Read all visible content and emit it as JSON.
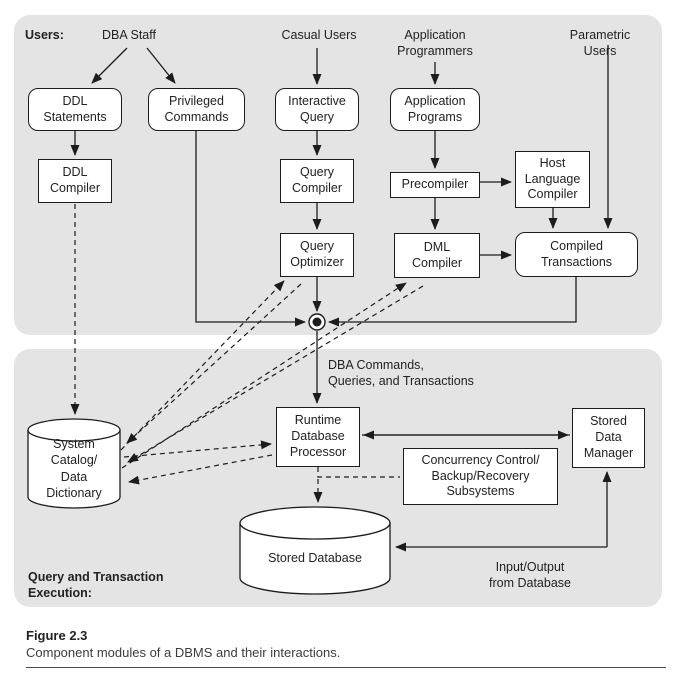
{
  "colors": {
    "panel_bg": "#e4e4e4",
    "line": "#1c1c1c",
    "box_bg": "#ffffff",
    "text": "#222222",
    "caption_text": "#3c3c3c"
  },
  "header": {
    "users_label": "Users:"
  },
  "actors": {
    "dba_staff": "DBA Staff",
    "casual_users": "Casual Users",
    "application_programmers": "Application\nProgrammers",
    "parametric_users": "Parametric Users"
  },
  "boxes": {
    "ddl_statements": "DDL\nStatements",
    "privileged_commands": "Privileged\nCommands",
    "interactive_query": "Interactive\nQuery",
    "application_programs": "Application\nPrograms",
    "ddl_compiler": "DDL\nCompiler",
    "query_compiler": "Query\nCompiler",
    "query_optimizer": "Query\nOptimizer",
    "precompiler": "Precompiler",
    "host_language_compiler": "Host\nLanguage\nCompiler",
    "dml_compiler": "DML\nCompiler",
    "compiled_transactions": "Compiled\nTransactions",
    "runtime_database_processor": "Runtime\nDatabase\nProcessor",
    "stored_data_manager": "Stored\nData\nManager",
    "concurrency_subsystems": "Concurrency Control/\nBackup/Recovery\nSubsystems"
  },
  "stores": {
    "system_catalog": "System\nCatalog/\nData\nDictionary",
    "stored_database": "Stored Database"
  },
  "flow_labels": {
    "dba_commands": "DBA Commands,\nQueries, and Transactions",
    "input_output": "Input/Output\nfrom Database"
  },
  "sections": {
    "query_transaction_execution": "Query and Transaction\nExecution:"
  },
  "caption": {
    "figure_number": "Figure 2.3",
    "description": "Component modules of a DBMS and their interactions."
  }
}
